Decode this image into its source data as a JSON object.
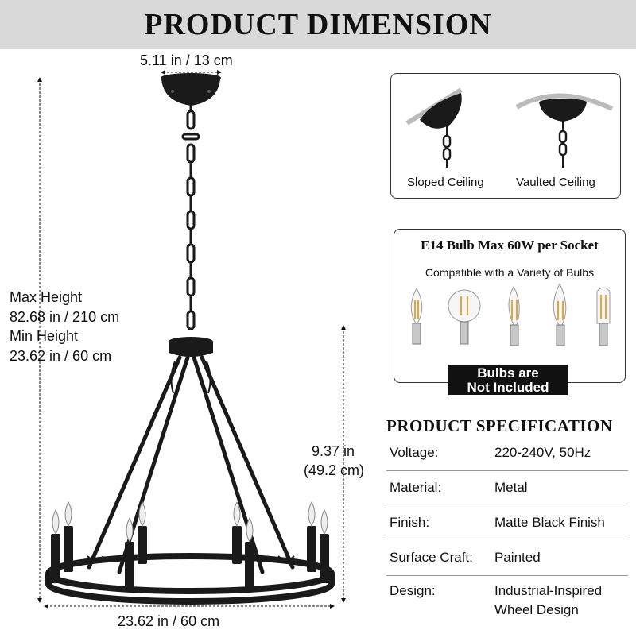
{
  "banner": {
    "title": "PRODUCT DIMENSION"
  },
  "dimensions": {
    "canopy_width": "5.11 in / 13 cm",
    "max_height_label": "Max Height",
    "max_height_value": "82.68 in / 210 cm",
    "min_height_label": "Min Height",
    "min_height_value": "23.62 in / 60 cm",
    "body_height_in": "9.37 in",
    "body_height_cm": "(49.2 cm)",
    "diameter": "23.62 in / 60 cm"
  },
  "ceiling": {
    "sloped_label": "Sloped Ceiling",
    "vaulted_label": "Vaulted Ceiling"
  },
  "bulbs": {
    "title": "E14 Bulb Max 60W per Socket",
    "subtitle": "Compatible with a Variety of Bulbs",
    "notice_line1": "Bulbs are",
    "notice_line2": "Not Included"
  },
  "specification": {
    "title": "PRODUCT SPECIFICATION",
    "rows": [
      {
        "key": "Voltage:",
        "value": "220-240V, 50Hz"
      },
      {
        "key": "Material:",
        "value": "Metal"
      },
      {
        "key": "Finish:",
        "value": "Matte Black Finish"
      },
      {
        "key": "Surface Craft:",
        "value": "Painted"
      },
      {
        "key": "Design:",
        "value_line1": "Industrial-Inspired",
        "value_line2": "Wheel Design"
      }
    ]
  },
  "colors": {
    "banner_bg": "#d9d9d9",
    "metal": "#1a1a1a",
    "notice_bg": "#111111"
  }
}
